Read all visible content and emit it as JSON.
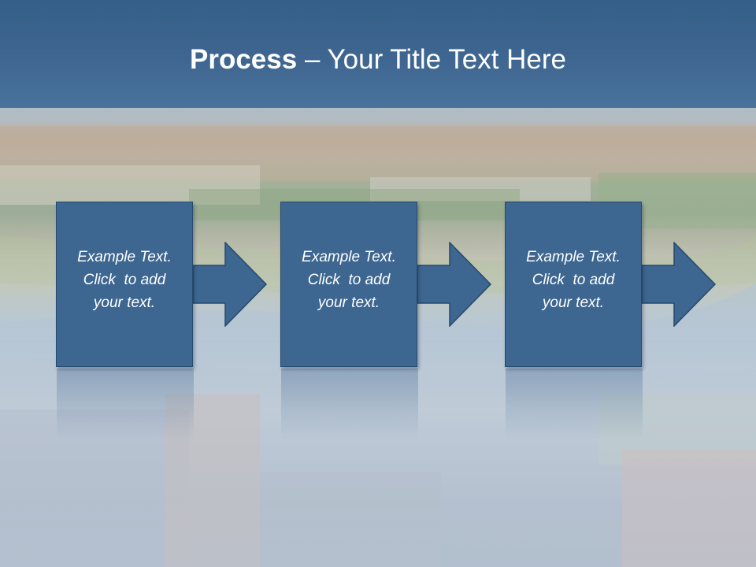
{
  "slide": {
    "title_bold": "Process",
    "title_rest": " – Your Title Text Here"
  },
  "steps": [
    {
      "line1": "Example Text.",
      "line2": "Click  to add",
      "line3": "your text."
    },
    {
      "line1": "Example Text.",
      "line2": "Click  to add",
      "line3": "your text."
    },
    {
      "line1": "Example Text.",
      "line2": "Click  to add",
      "line3": "your text."
    }
  ],
  "colors": {
    "title_bar": "#3e6690",
    "step_fill": "#3d6690",
    "step_border": "#27496d",
    "text": "#ffffff"
  }
}
